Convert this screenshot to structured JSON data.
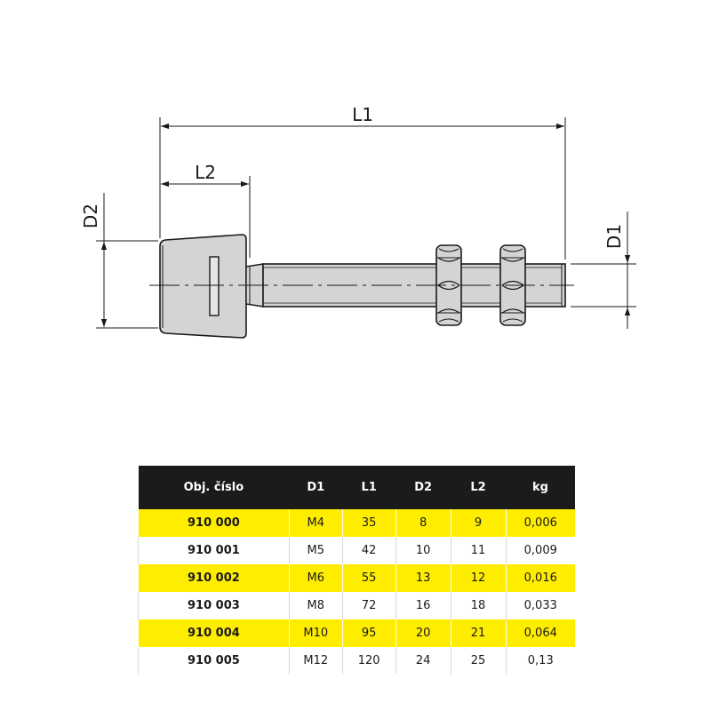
{
  "drawing": {
    "labels": {
      "L1": "L1",
      "L2": "L2",
      "D1": "D1",
      "D2": "D2"
    }
  },
  "colors": {
    "accent": "#ffed00",
    "header_bg": "#1b1b1b",
    "metal": "#d4d4d4"
  },
  "table": {
    "headers": [
      "Obj. číslo",
      "D1",
      "L1",
      "D2",
      "L2",
      "kg"
    ],
    "rows": [
      [
        "910 000",
        "M4",
        "35",
        "8",
        "9",
        "0,006"
      ],
      [
        "910 001",
        "M5",
        "42",
        "10",
        "11",
        "0,009"
      ],
      [
        "910 002",
        "M6",
        "55",
        "13",
        "12",
        "0,016"
      ],
      [
        "910 003",
        "M8",
        "72",
        "16",
        "18",
        "0,033"
      ],
      [
        "910 004",
        "M10",
        "95",
        "20",
        "21",
        "0,064"
      ],
      [
        "910 005",
        "M12",
        "120",
        "24",
        "25",
        "0,13"
      ]
    ]
  }
}
